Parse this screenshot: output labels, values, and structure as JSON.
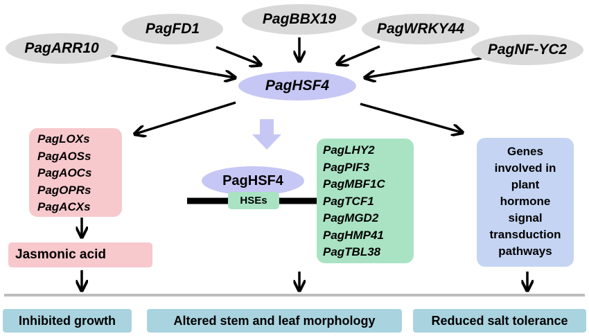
{
  "regulators": [
    "PagARR10",
    "PagFD1",
    "PagBBX19",
    "PagWRKY44",
    "PagNF-YC2"
  ],
  "central_gene": "PagHSF4",
  "bound_protein": "PagHSF4",
  "binding_element": "HSEs",
  "jasmonate_genes": [
    "PagLOXs",
    "PagAOSs",
    "PagAOCs",
    "PagOPRs",
    "PagACXs"
  ],
  "jasmonate_product": "Jasmonic acid",
  "downregulated_genes": [
    "PagLHY2",
    "PagPIF3",
    "PagMBF1C",
    "PagTCF1",
    "PagMGD2",
    "PagHMP41",
    "PagTBL38"
  ],
  "hormone_box_lines": [
    "Genes",
    "involved in",
    "plant",
    "hormone",
    "signal",
    "transduction",
    "pathways"
  ],
  "outcomes": [
    "Inhibited growth",
    "Altered stem and leaf morphology",
    "Reduced salt tolerance"
  ],
  "colors": {
    "up_arrow": "#ff0000",
    "down_arrow": "#1aa53a",
    "regulator_fill": "#d9d9d9",
    "hsf_fill": "#c7c7f5",
    "pink_box": "#f7c8cc",
    "green_box": "#a9e3c3",
    "blue_box": "#c4d4f2",
    "outcome_fill": "#a9d3df"
  }
}
